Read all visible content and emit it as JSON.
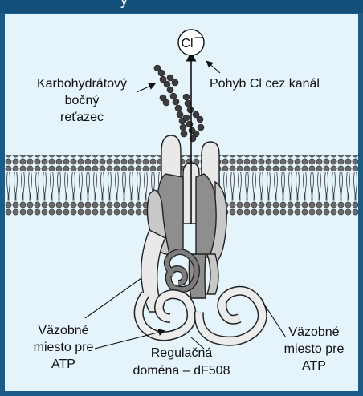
{
  "header": {
    "title_fragment": "y"
  },
  "ion": {
    "symbol": "Cl",
    "charge": "–"
  },
  "labels": {
    "carbohydrate_line1": "Karbohydrátový",
    "carbohydrate_line2": "bočný",
    "carbohydrate_line3": "reťazec",
    "movement": "Pohyb Cl cez kanál",
    "atp_left_line1": "Väzobné",
    "atp_left_line2": "miesto pre",
    "atp_left_line3": "ATP",
    "regulatory_line1": "Regulačná",
    "regulatory_line2": "doména – dF508",
    "atp_right_line1": "Väzobné",
    "atp_right_line2": "miesto pre",
    "atp_right_line3": "ATP"
  },
  "colors": {
    "frame": "#1b5b8a",
    "panel": "#e5f3fb",
    "membrane_head": "#6a6a6a",
    "protein_light": "#e9e9e9",
    "protein_dark": "#8e8e8e"
  }
}
